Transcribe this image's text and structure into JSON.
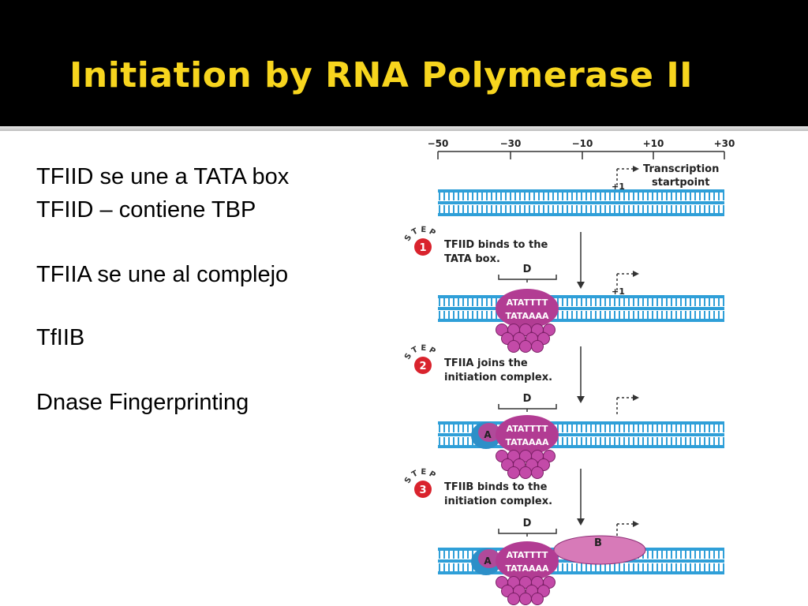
{
  "slide": {
    "title": "Initiation by RNA Polymerase II",
    "bullets": [
      "TFIID se une a TATA box",
      "TFIID – contiene TBP",
      "TFIIA se une al complejo",
      "TfIIB",
      "Dnase Fingerprinting"
    ]
  },
  "diagram": {
    "scale_ticks": [
      "−50",
      "−30",
      "−10",
      "+10",
      "+30"
    ],
    "start_label": "+1",
    "startpoint_label_line1": "Transcription",
    "startpoint_label_line2": "startpoint",
    "step_word": "STEP",
    "steps": [
      {
        "number": "1",
        "line1": "TFIID binds to the",
        "line2": "TATA box."
      },
      {
        "number": "2",
        "line1": "TFIIA joins the",
        "line2": "initiation complex."
      },
      {
        "number": "3",
        "line1": "TFIIB binds to the",
        "line2": "initiation complex."
      }
    ],
    "tfiid_label": "D",
    "tfiia_label": "A",
    "tfiib_label": "B",
    "tata_top": "ATATTTT",
    "tata_bottom": "TATAAAA"
  },
  "colors": {
    "title": "#f7d51e",
    "dna": "#2f9fd8",
    "tfiid": "#b23c93",
    "tfiia": "#2d8fc8",
    "tfiib": "#d77ab8",
    "step_circle": "#d9232d"
  }
}
